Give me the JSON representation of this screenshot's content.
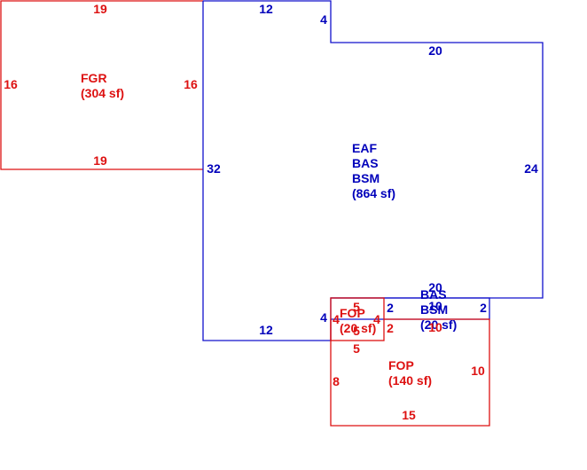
{
  "colors": {
    "red": "#dd1111",
    "blue": "#0000bb"
  },
  "areas": {
    "fgr": {
      "code": "FGR",
      "area": "(304 sf)",
      "dims": {
        "top": "19",
        "left": "16",
        "right": "16",
        "bottom": "19"
      }
    },
    "main": {
      "codes": [
        "EAF",
        "BAS",
        "BSM"
      ],
      "area": "(864 sf)",
      "dims": {
        "top_left": "12",
        "notch": "4",
        "top_right": "20",
        "right": "24",
        "left": "32",
        "bottom_left": "12",
        "bottom_notch": "4",
        "bottom_right": "20"
      }
    },
    "fop_small": {
      "code": "FOP",
      "area": "(20 sf)",
      "dims": {
        "top": "5",
        "left": "4",
        "right": "4",
        "bottom": "5"
      }
    },
    "bas_small": {
      "codes": [
        "BAS",
        "BSM"
      ],
      "area": "(20 sf)",
      "dims": {
        "top": "10",
        "left": "2",
        "right": "2",
        "bottom": "10"
      }
    },
    "fop_large": {
      "code": "FOP",
      "area": "(140 sf)",
      "dims": {
        "right": "10",
        "left": "8",
        "bottom": "15",
        "left_inner": "2"
      }
    }
  }
}
